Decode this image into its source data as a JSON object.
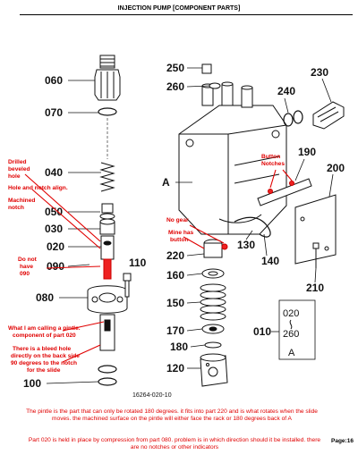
{
  "header": {
    "title": "INJECTION PUMP [COMPONENT PARTS]"
  },
  "parts": [
    "060",
    "070",
    "040",
    "050",
    "030",
    "020",
    "090",
    "080",
    "100",
    "110",
    "250",
    "260",
    "230",
    "240",
    "190",
    "200",
    "A",
    "130",
    "140",
    "210",
    "220",
    "160",
    "150",
    "170",
    "180",
    "120",
    "010"
  ],
  "drawing_code": "16264-020-10",
  "inset": {
    "lines": [
      "020",
      "260",
      "A"
    ]
  },
  "annotations": {
    "drilled": [
      "Drilled",
      "beveled",
      "hole"
    ],
    "hole_notch": "Hole and notch align.",
    "machined": [
      "Machined",
      "notch"
    ],
    "do_not_have": [
      "Do not",
      "have",
      "090"
    ],
    "pintle": [
      "What I am calling a pintle.",
      "component  of part 020"
    ],
    "bleed": [
      "There is a bleed hole",
      "directly on the back side",
      "90 degrees to  the notch",
      "for the slide"
    ],
    "no_gear": "No gear",
    "mine_has": [
      "Mine has",
      "button"
    ],
    "button_notches": [
      "Button",
      "Notches"
    ]
  },
  "footer": {
    "para1": "The pintle is the part that can only be rotated 180 degrees. it fits into part 220 and is what rotates when the slide moves.  the machined surface on the pintle will either face the rack or 180 degrees back of A",
    "para2": "Part 020 is held in place by compression from part 080.  problem is in which direction should it be installed. there are no notches or other indicators"
  },
  "page_label": "Page:16",
  "colors": {
    "annotation": "#e00000",
    "ink": "#111111"
  }
}
